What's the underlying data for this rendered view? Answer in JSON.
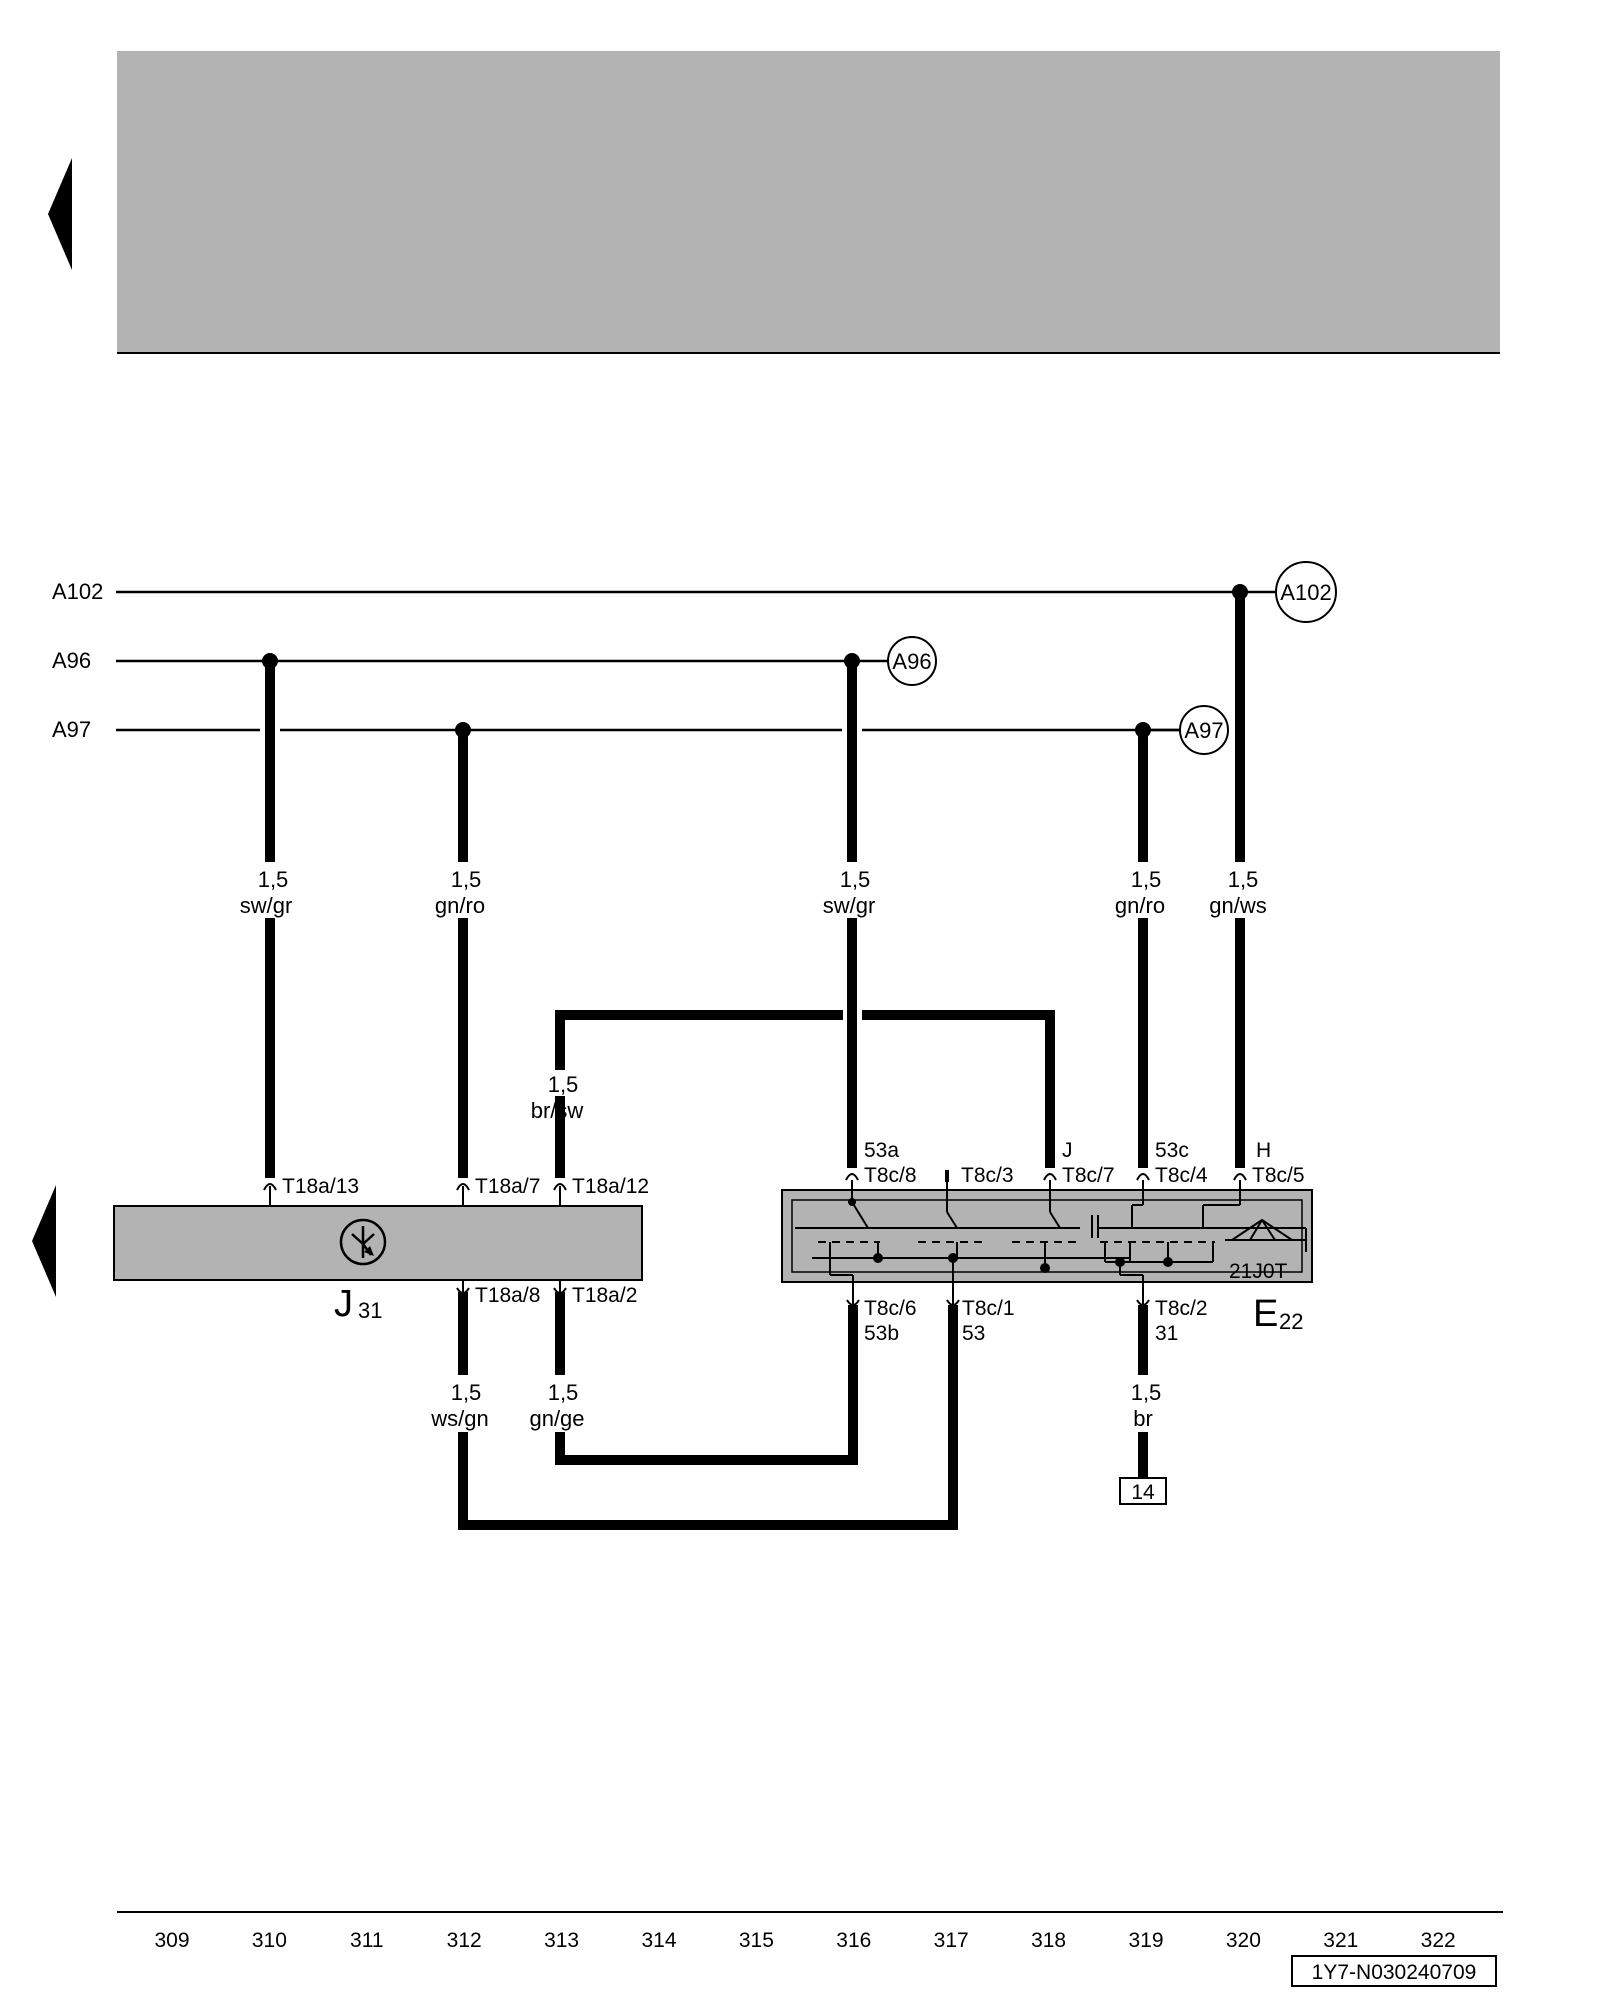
{
  "header": {
    "fill": "#b3b3b3"
  },
  "buses": [
    {
      "label": "A102",
      "ref": "A102"
    },
    {
      "label": "A96",
      "ref": "A96"
    },
    {
      "label": "A97",
      "ref": "A97"
    }
  ],
  "wires": {
    "w310": {
      "size": "1,5",
      "color": "sw/gr"
    },
    "w312": {
      "size": "1,5",
      "color": "gn/ro"
    },
    "w313": {
      "size": "1,5",
      "color": "br/sw"
    },
    "w316": {
      "size": "1,5",
      "color": "sw/gr"
    },
    "w319": {
      "size": "1,5",
      "color": "gn/ro"
    },
    "w320": {
      "size": "1,5",
      "color": "gn/ws"
    },
    "w312b": {
      "size": "1,5",
      "color": "ws/gn"
    },
    "w313b": {
      "size": "1,5",
      "color": "gn/ge"
    },
    "w319b": {
      "size": "1,5",
      "color": "br"
    }
  },
  "pins": {
    "j31_13": "T18a/13",
    "j31_7": "T18a/7",
    "j31_12": "T18a/12",
    "j31_8": "T18a/8",
    "j31_2": "T18a/2",
    "e22_8": "T8c/8",
    "e22_8_term": "53a",
    "e22_3": "T8c/3",
    "e22_7": "T8c/7",
    "e22_7_term": "J",
    "e22_4": "T8c/4",
    "e22_4_term": "53c",
    "e22_5": "T8c/5",
    "e22_5_term": "H",
    "e22_6": "T8c/6",
    "e22_6_term": "53b",
    "e22_1": "T8c/1",
    "e22_1_term": "53",
    "e22_2": "T8c/2",
    "e22_2_term": "31"
  },
  "components": {
    "j31": {
      "letter": "J",
      "index": "31",
      "fill": "#b3b3b3"
    },
    "e22": {
      "letter": "E",
      "index": "22",
      "code": "21J0T",
      "fill": "#b3b3b3"
    }
  },
  "ground_ref": "14",
  "track_numbers": [
    "309",
    "310",
    "311",
    "312",
    "313",
    "314",
    "315",
    "316",
    "317",
    "318",
    "319",
    "320",
    "321",
    "322"
  ],
  "doc_code": "1Y7-N030240709"
}
